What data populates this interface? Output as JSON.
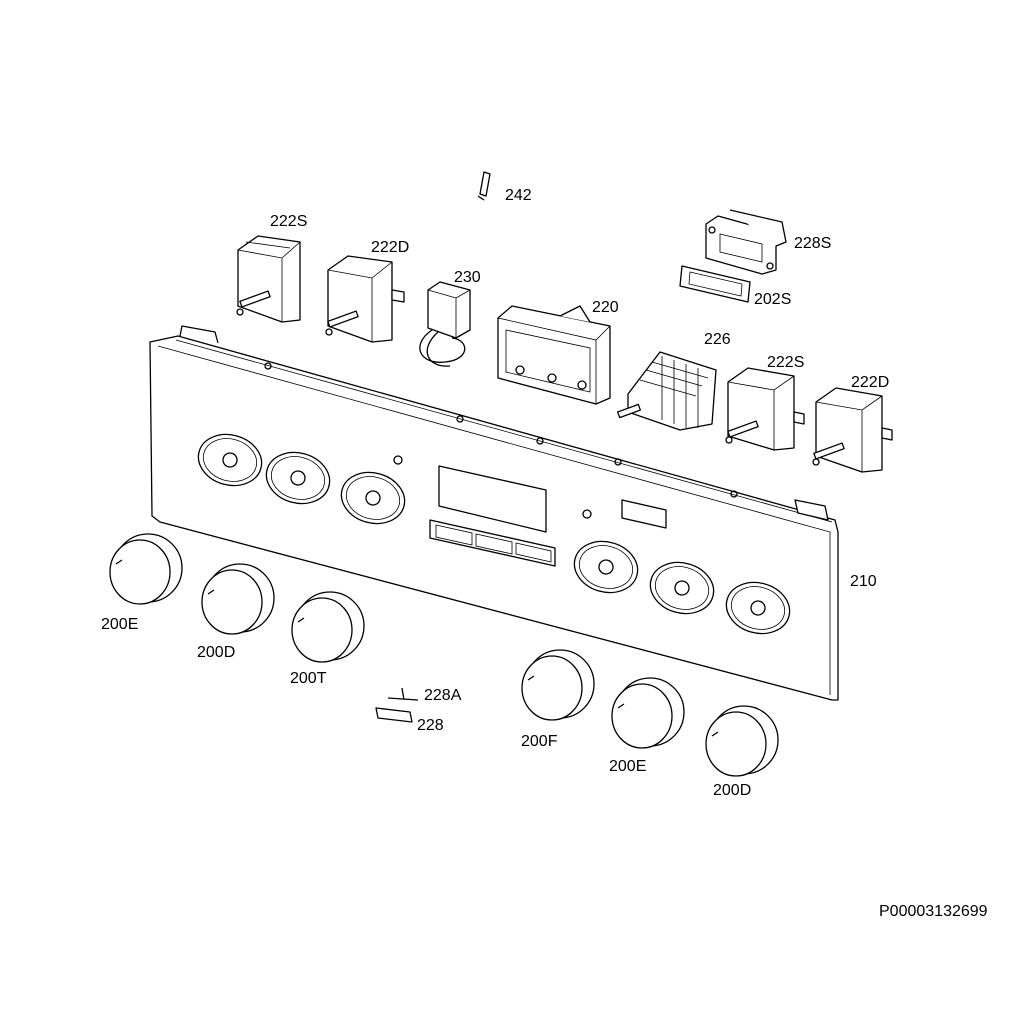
{
  "diagram": {
    "document_code": "P00003132699",
    "parts": {
      "p242": "242",
      "p222S_top": "222S",
      "p222D_top": "222D",
      "p230": "230",
      "p220": "220",
      "p228S": "228S",
      "p202S": "202S",
      "p226": "226",
      "p222S_right": "222S",
      "p222D_right": "222D",
      "p210": "210",
      "p200E_left": "200E",
      "p200D_left": "200D",
      "p200T": "200T",
      "p228A": "228A",
      "p228": "228",
      "p200F": "200F",
      "p200E_right": "200E",
      "p200D_right": "200D"
    }
  }
}
